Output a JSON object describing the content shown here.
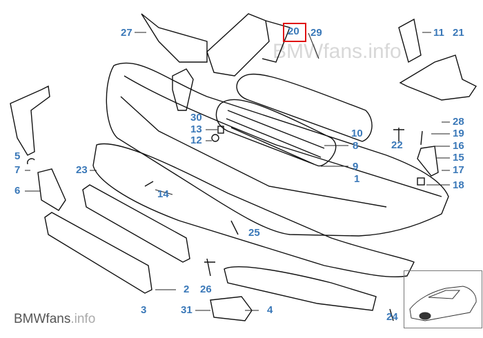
{
  "watermark": {
    "brand": "BMWfans",
    "suffix": ".info",
    "top_text": "BMWfans.info"
  },
  "highlighted_part": "20",
  "highlight_color": "#e01010",
  "label_color": "#3a78b8",
  "labels": {
    "p27": "27",
    "p20": "20",
    "p29": "29",
    "p11": "11",
    "p21": "21",
    "p30": "30",
    "p13": "13",
    "p12": "12",
    "p10": "10",
    "p8": "8",
    "p9": "9",
    "p1": "1",
    "p28": "28",
    "p19": "19",
    "p22": "22",
    "p16": "16",
    "p15": "15",
    "p17": "17",
    "p18": "18",
    "p5": "5",
    "p7": "7",
    "p6": "6",
    "p23": "23",
    "p14": "14",
    "p25": "25",
    "p2": "2",
    "p26": "26",
    "p4": "4",
    "p3": "3",
    "p31": "31",
    "p24": "24"
  }
}
